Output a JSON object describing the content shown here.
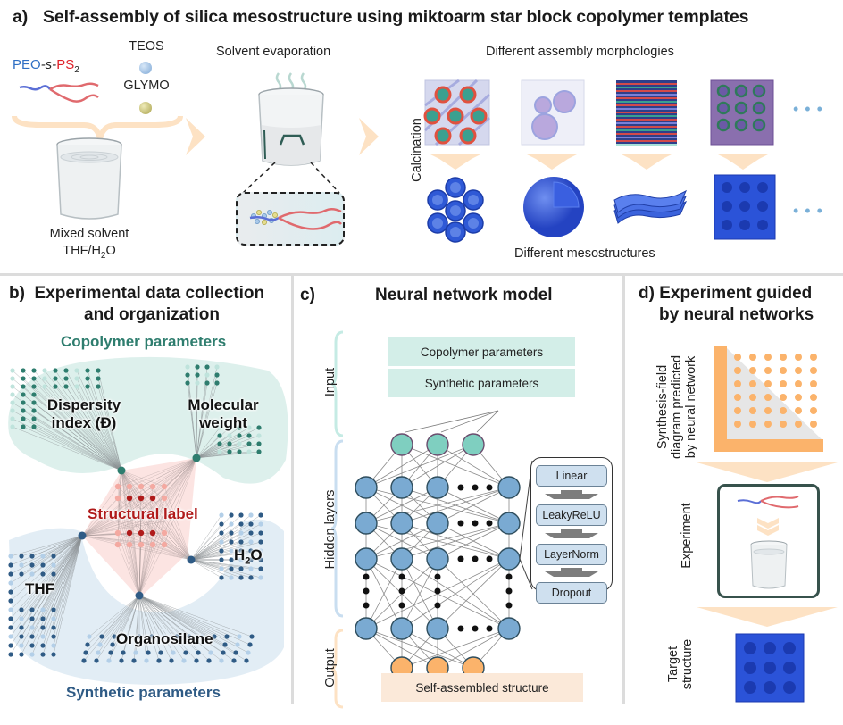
{
  "panel_a": {
    "label": "a)",
    "title": "Self-assembly of silica mesostructure using miktoarm star block copolymer templates",
    "copolymer": {
      "peo": "PEO",
      "sep": "-s-",
      "ps": "PS",
      "sub": "2"
    },
    "teos": "TEOS",
    "glymo": "GLYMO",
    "mixed_solvent_line1": "Mixed solvent",
    "mixed_solvent_line2_pre": "THF/H",
    "mixed_solvent_sub": "2",
    "mixed_solvent_line2_post": "O",
    "solvent_evaporation": "Solvent evaporation",
    "morphologies_label": "Different assembly morphologies",
    "calcination": "Calcination",
    "mesostructures_label": "Different mesostructures",
    "morphologies": [
      "cylinders",
      "spheres",
      "lamellae",
      "gyroid"
    ],
    "ellipsis": "• • •"
  },
  "panel_b": {
    "label": "b)",
    "title_line1": "Experimental data collection",
    "title_line2": "and organization",
    "copolymer_parameters": "Copolymer parameters",
    "dispersity_line1": "Dispersity",
    "dispersity_line2": "index (Đ)",
    "molecular_line1": "Molecular",
    "molecular_line2": "weight",
    "structural_label": "Structural label",
    "h2o_pre": "H",
    "h2o_sub": "2",
    "h2o_post": "O",
    "thf": "THF",
    "organosilane": "Organosilane",
    "synthetic_parameters": "Synthetic parameters"
  },
  "panel_c": {
    "label": "c)",
    "title": "Neural network model",
    "input_label": "Input",
    "hidden_label": "Hidden layers",
    "output_label": "Output",
    "input_boxes": [
      "Copolymer parameters",
      "Synthetic parameters"
    ],
    "layer_stack": [
      "Linear",
      "LeakyReLU",
      "LayerNorm",
      "Dropout"
    ],
    "output_box": "Self-assembled structure"
  },
  "panel_d": {
    "label": "d)",
    "title_line1": "Experiment guided",
    "title_line2": "by neural networks",
    "diagram_line1": "Synthesis-field",
    "diagram_line2": "diagram predicted",
    "diagram_line3": "by neural network",
    "experiment": "Experiment",
    "target_line1": "Target",
    "target_line2": "structure"
  },
  "colors": {
    "peo_blue": "#2f6fc4",
    "ps_red": "#e0222a",
    "teal": "#2e7d6e",
    "teal_light": "#cfe9e4",
    "syn_blue": "#2f5b85",
    "syn_light": "#dbe8f3",
    "struct_red": "#b01a1a",
    "orange": "#fbb36b",
    "orange_light": "#fde2c4",
    "hidden_blue": "#7aaad2",
    "input_teal": "#7fcfc0",
    "meso_blue": "#2c56d6"
  }
}
